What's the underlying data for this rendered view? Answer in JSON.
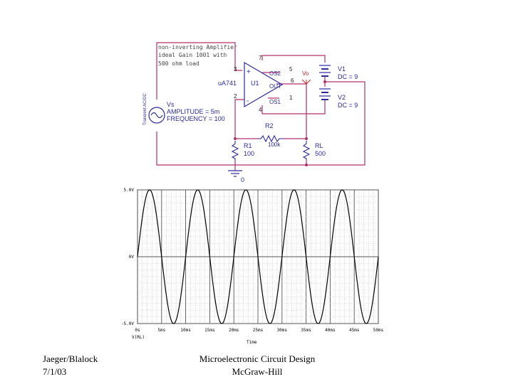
{
  "schematic": {
    "title_lines": [
      "non-inverting Amplifier",
      "ideal Gain 1001 with",
      "500 ohm load"
    ],
    "opamp": {
      "model": "uA741",
      "ref": "U1",
      "pin_plus": "+",
      "pin_minus": "-",
      "os2": "OS2",
      "out": "OUT",
      "os1": "OS1",
      "pin3": "3",
      "pin2": "2",
      "pin7": "7",
      "pin4": "4",
      "pin5": "5",
      "pin6": "6",
      "pin1": "1"
    },
    "probe": "Vo",
    "v1": {
      "name": "V1",
      "value": "DC = 9"
    },
    "v2": {
      "name": "V2",
      "value": "DC = 9"
    },
    "vs": {
      "name": "Vs",
      "amplitude": "AMPLITUDE = 5m",
      "frequency": "FREQUENCY = 100",
      "side": "Transient AC/DC"
    },
    "r1": {
      "name": "R1",
      "value": "100"
    },
    "r2": {
      "name": "R2",
      "value": "100k"
    },
    "rl": {
      "name": "RL",
      "value": "500"
    },
    "ground": "0",
    "colors": {
      "wire": "#b0306a",
      "component": "#2a2aa0",
      "probe": "#cc2222"
    }
  },
  "chart_data": {
    "type": "line",
    "xlabel": "Time",
    "x_ticks": [
      "0s",
      "5ms",
      "10ms",
      "15ms",
      "20ms",
      "25ms",
      "30ms",
      "35ms",
      "40ms",
      "45ms",
      "50ms"
    ],
    "y_ticks": [
      "5.0V",
      "0V",
      "-5.0V"
    ],
    "xlim": [
      0,
      50
    ],
    "ylim": [
      -5.0,
      5.0
    ],
    "series": [
      {
        "name": "V(RL)",
        "amplitude": 5.0,
        "frequency_per_ms": 0.1,
        "phase": 0
      }
    ],
    "legend": "V(RL)",
    "grid": true
  },
  "footer": {
    "left_line1": "Jaeger/Blalock",
    "left_line2": "7/1/03",
    "center_line1": "Microelectronic Circuit Design",
    "center_line2": "McGraw-Hill"
  }
}
